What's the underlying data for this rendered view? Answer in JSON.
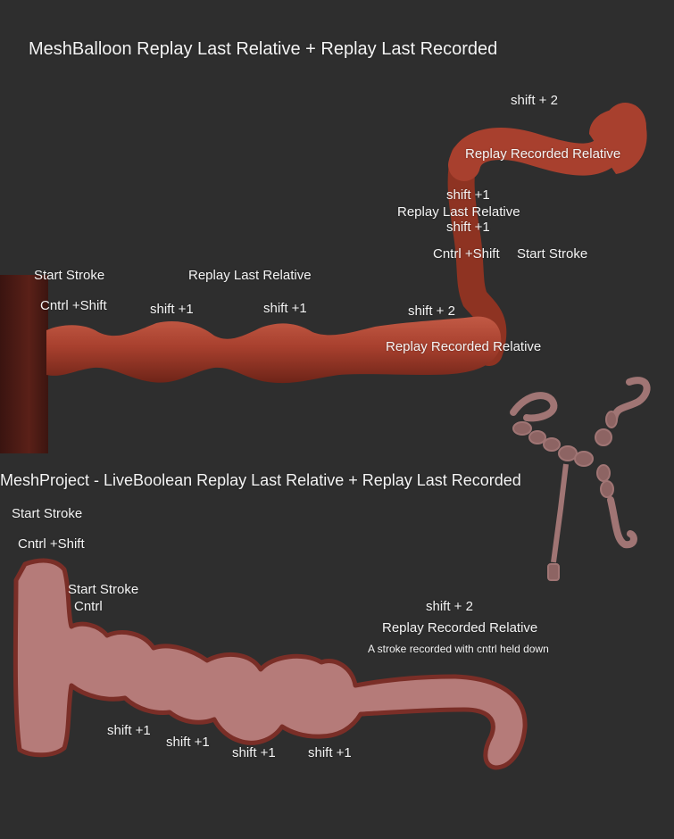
{
  "section1": {
    "title": "MeshBalloon Replay Last Relative + Replay Last Recorded",
    "labels": {
      "start_stroke": "Start Stroke",
      "cntrl_shift": "Cntrl +Shift",
      "replay_last_relative": "Replay Last Relative",
      "shift1_a": "shift +1",
      "shift1_b": "shift +1",
      "shift2_lower": "shift + 2",
      "replay_recorded_relative_lower": "Replay Recorded Relative",
      "cntrl_shift_upper": "Cntrl +Shift",
      "start_stroke_upper": "Start Stroke",
      "shift1_c": "shift +1",
      "replay_last_relative_upper": "Replay Last Relative",
      "shift1_d": "shift +1",
      "replay_recorded_relative_upper": "Replay Recorded Relative",
      "shift2_upper": "shift + 2"
    }
  },
  "section2": {
    "title": "MeshProject - LiveBoolean Replay Last Relative + Replay Last Recorded",
    "labels": {
      "start_stroke": "Start Stroke",
      "cntrl_shift": "Cntrl  +Shift",
      "start_stroke_2": "Start Stroke",
      "cntrl": "Cntrl",
      "shift2": "shift + 2",
      "replay_recorded_relative": "Replay Recorded Relative",
      "note": "A stroke recorded with cntrl held down",
      "shift1_a": "shift +1",
      "shift1_b": "shift +1",
      "shift1_c": "shift +1",
      "shift1_d": "shift +1"
    }
  },
  "colors": {
    "background": "#2e2e2e",
    "balloon": "#a8402e",
    "balloon_dark": "#6e2418",
    "block": "#4a1a14",
    "project_fill": "#b57b79",
    "project_edge": "#7a2e27"
  }
}
